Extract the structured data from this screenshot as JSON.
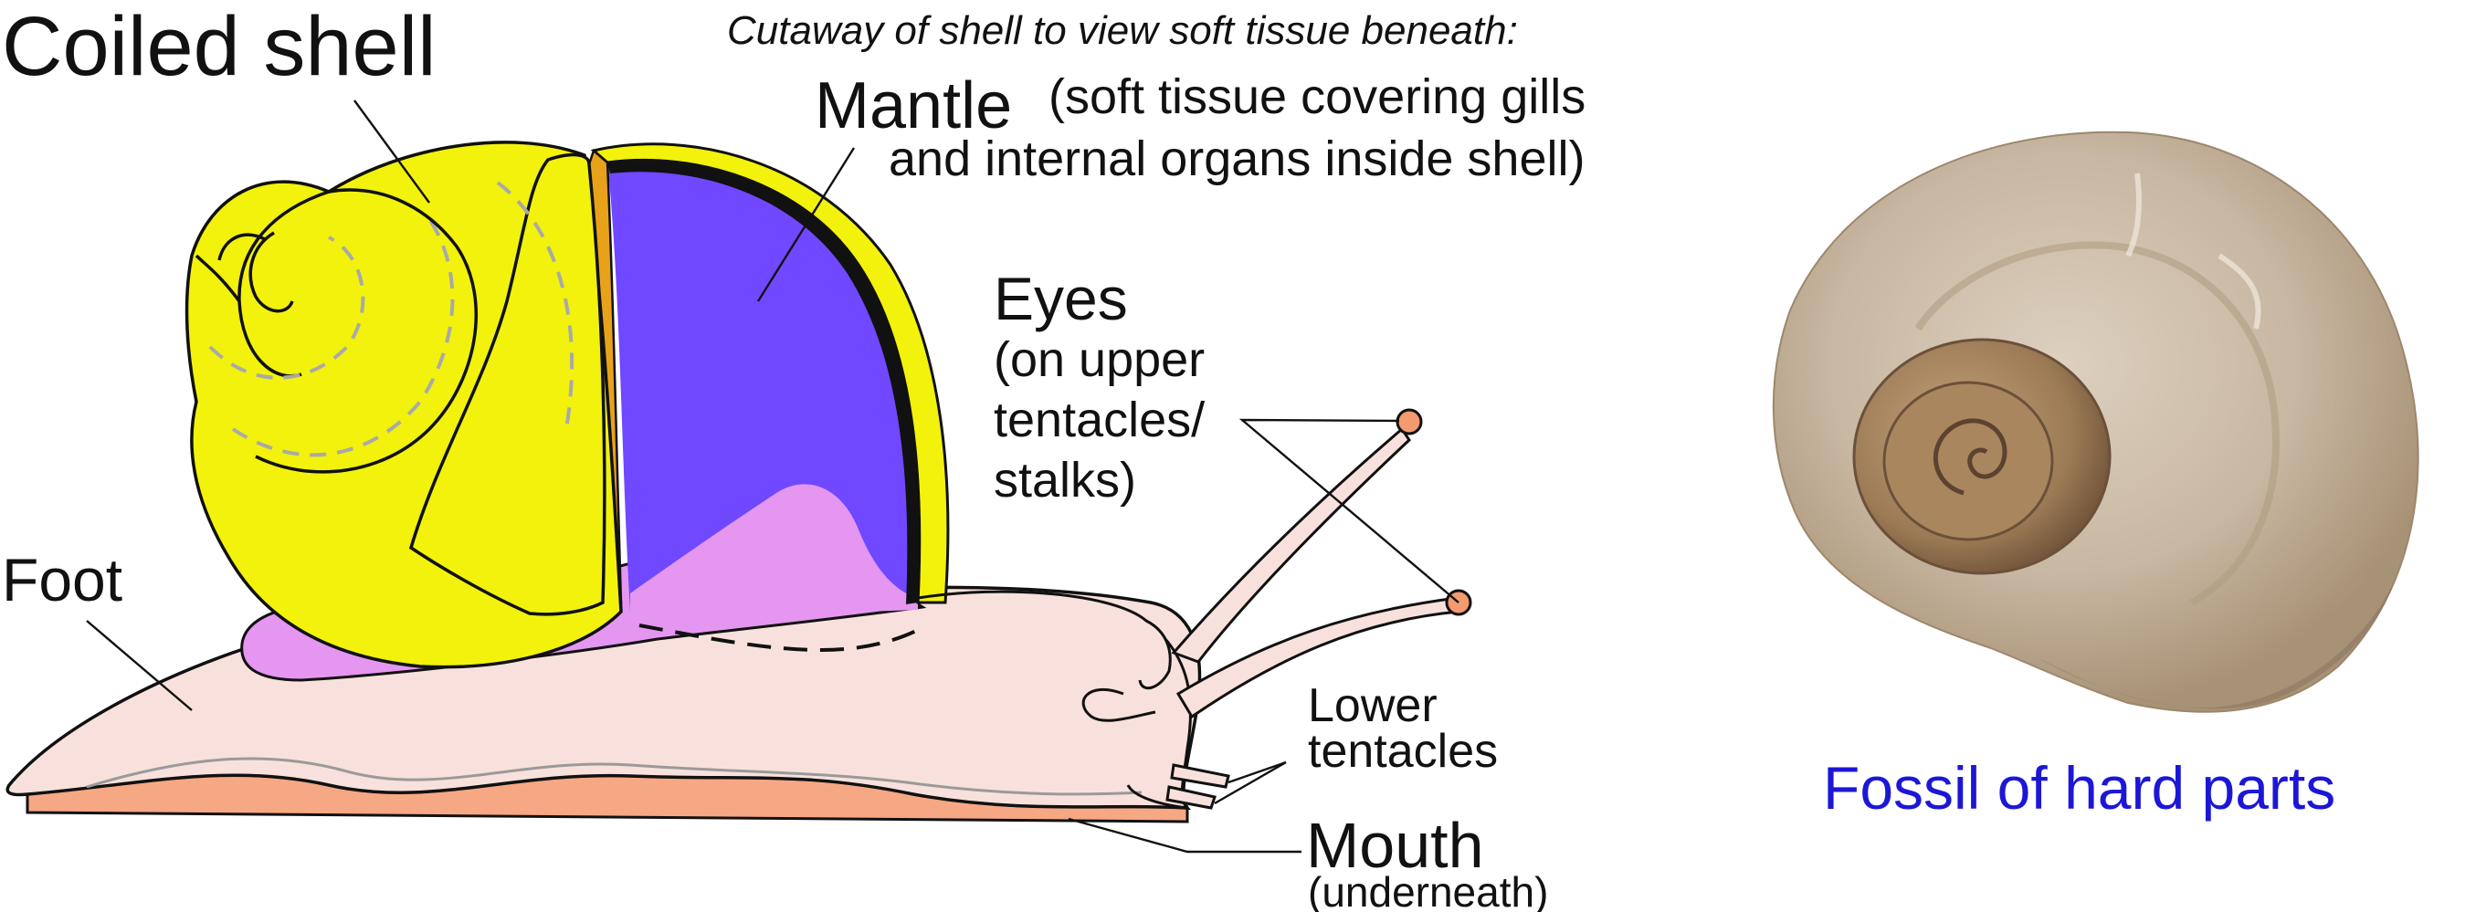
{
  "labels": {
    "coiled_shell": "Coiled shell",
    "cutaway_note": "Cutaway of shell to view soft tissue beneath:",
    "mantle": "Mantle",
    "mantle_desc_line1": "(soft tissue covering gills",
    "mantle_desc_line2": "and internal organs inside shell)",
    "eyes": "Eyes",
    "eyes_desc_line1": "(on upper",
    "eyes_desc_line2": "tentacles/",
    "eyes_desc_line3": "stalks)",
    "foot": "Foot",
    "lower_tentacles_line1": "Lower",
    "lower_tentacles_line2": "tentacles",
    "mouth": "Mouth",
    "mouth_desc": "(underneath)",
    "fossil_caption": "Fossil of hard parts"
  },
  "colors": {
    "shell_yellow": "#f2f20c",
    "shell_rim_orange": "#e8a21a",
    "mantle_purple": "#6f48ff",
    "organ_pink": "#e496f0",
    "body_skin": "#f8e1dc",
    "foot_sole": "#f6a783",
    "eye_dot": "#f39a6f",
    "fossil_stone": "#c9b8a4",
    "fossil_dark": "#8c6e4e",
    "caption_blue": "#1c17d6"
  }
}
